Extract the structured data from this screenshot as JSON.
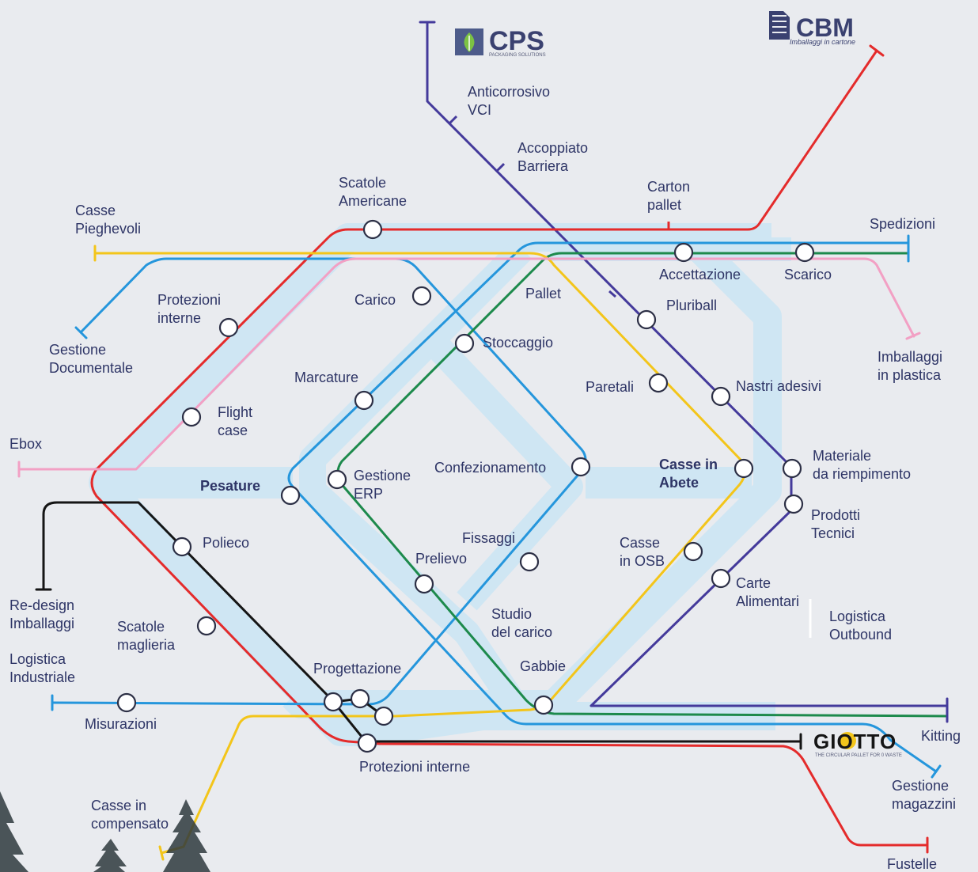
{
  "colors": {
    "background": "#e9ebef",
    "corridor": "#cfe6f3",
    "red": "#e42b2b",
    "blue": "#2596dc",
    "yellow": "#f3c51a",
    "green": "#1d8a4c",
    "purple": "#443a9b",
    "pink": "#f2a0c4",
    "black": "#151515",
    "text": "#2e3566"
  },
  "logos": {
    "cps": {
      "name": "CPS",
      "tagline": "PACKAGING SOLUTIONS",
      "icon": "leaf-icon"
    },
    "cbm": {
      "name": "CBM",
      "tagline": "Imballaggi in cartone",
      "icon": "cardboard-icon"
    },
    "giotto": {
      "name": "GIOTTO",
      "tagline": "THE CIRCULAR PALLET FOR 0 WASTE"
    }
  },
  "terminals": {
    "cps_top": "",
    "cbm_top": "",
    "casse_pieghevoli": "Casse\nPieghevoli",
    "gestione_documentale": "Gestione\nDocumentale",
    "ebox": "Ebox",
    "re_design": "Re-design\nImballaggi",
    "logistica_industriale": "Logistica\nIndustriale",
    "casse_compensato": "Casse in\ncompensato",
    "spedizioni": "Spedizioni",
    "imballaggi_plastica": "Imballaggi\nin plastica",
    "kitting": "Kitting",
    "gestione_magazzini": "Gestione\nmagazzini",
    "fustelle": "Fustelle",
    "logistica_outbound": "Logistica\nOutbound"
  },
  "ticks": {
    "anticorrosivo": "Anticorrosivo\nVCI",
    "accoppiato": "Accoppiato\nBarriera",
    "carton_pallet": "Carton\npallet",
    "pallet": "Pallet"
  },
  "stations": {
    "scatole_americane": "Scatole\nAmericane",
    "accettazione": "Accettazione",
    "scarico": "Scarico",
    "carico": "Carico",
    "protezioni_interne_top": "Protezioni\ninterne",
    "stoccaggio": "Stoccaggio",
    "pluriball": "Pluriball",
    "marcature": "Marcature",
    "paretali": "Paretali",
    "nastri_adesivi": "Nastri adesivi",
    "flight_case": "Flight\ncase",
    "materiale": "Materiale\nda riempimento",
    "confezionamento": "Confezionamento",
    "casse_abete": "Casse in\nAbete",
    "gestione_erp": "Gestione\nERP",
    "pesature": "Pesature",
    "prodotti_tecnici": "Prodotti\nTecnici",
    "polieco": "Polieco",
    "fissaggi": "Fissaggi",
    "casse_osb": "Casse\nin OSB",
    "prelievo": "Prelievo",
    "carte_alimentari": "Carte\nAlimentari",
    "studio_carico": "Studio\ndel carico",
    "scatole_maglieria": "Scatole\nmaglieria",
    "progettazione": "Progettazione",
    "gabbie": "Gabbie",
    "misurazioni": "Misurazioni",
    "protezioni_interne_bottom": "Protezioni interne"
  }
}
